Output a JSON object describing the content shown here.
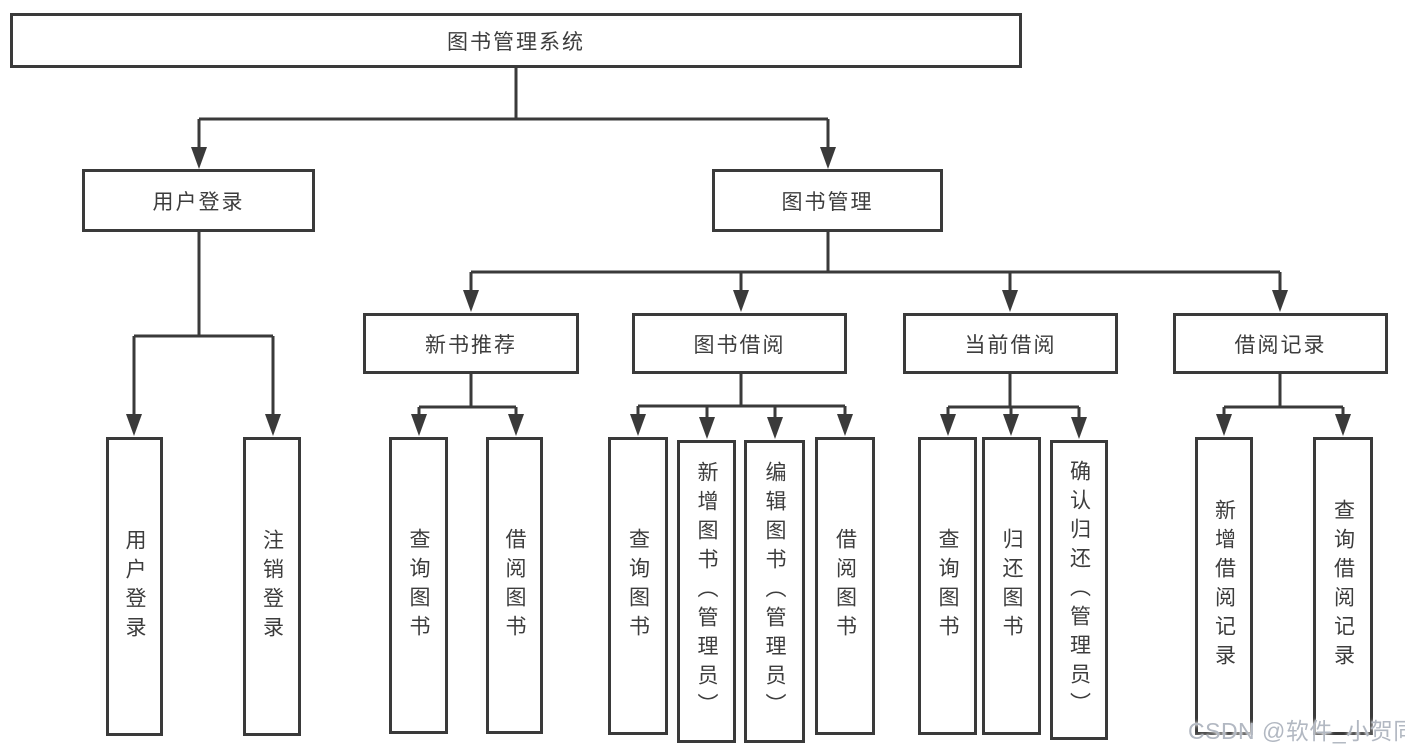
{
  "nodes": {
    "root": {
      "label": "图书管理系统"
    },
    "user_login": {
      "label": "用户登录",
      "children": [
        {
          "label": "用户登录"
        },
        {
          "label": "注销登录"
        }
      ]
    },
    "book_mgmt": {
      "label": "图书管理",
      "children": [
        {
          "label": "新书推荐",
          "children": [
            {
              "label": "查询图书"
            },
            {
              "label": "借阅图书"
            }
          ]
        },
        {
          "label": "图书借阅",
          "children": [
            {
              "label": "查询图书"
            },
            {
              "label": "新增图书（管理员）"
            },
            {
              "label": "编辑图书（管理员）"
            },
            {
              "label": "借阅图书"
            }
          ]
        },
        {
          "label": "当前借阅",
          "children": [
            {
              "label": "查询图书"
            },
            {
              "label": "归还图书"
            },
            {
              "label": "确认归还（管理员）"
            }
          ]
        },
        {
          "label": "借阅记录",
          "children": [
            {
              "label": "新增借阅记录"
            },
            {
              "label": "查询借阅记录"
            }
          ]
        }
      ]
    }
  },
  "watermark": {
    "text": "CSDN @软件_小贺同学",
    "color": "#b2b8c2"
  },
  "colors": {
    "line": "#3a3a3a",
    "node_border": "#3a3a3a",
    "text": "#3d3d3d",
    "background": "#ffffff"
  }
}
